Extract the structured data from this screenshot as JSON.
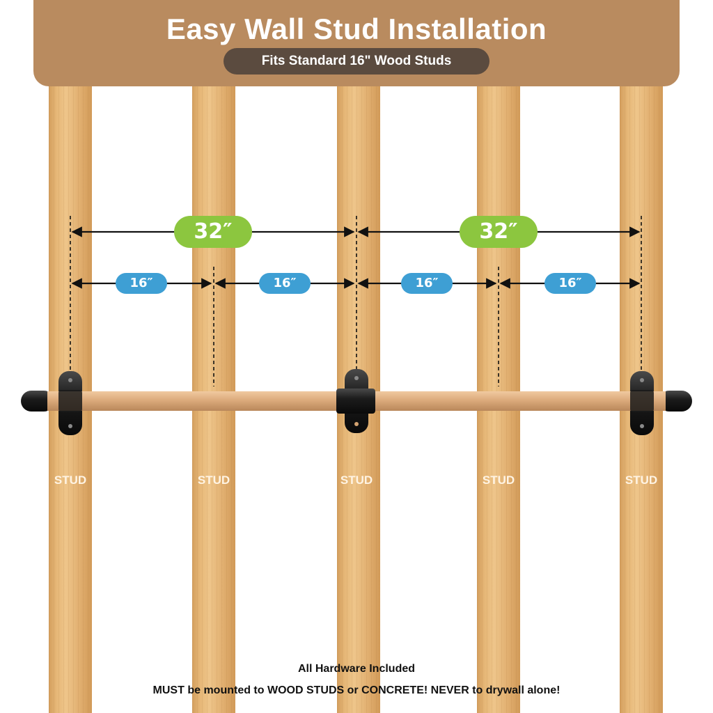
{
  "header": {
    "title": "Easy Wall Stud Installation",
    "subtitle": "Fits Standard 16\" Wood Studs"
  },
  "studs": {
    "label": "STUD"
  },
  "dimensions": {
    "wide_spacing": "32″",
    "narrow_spacing": "16″"
  },
  "footer": {
    "line1": "All Hardware Included",
    "line2": "MUST be mounted to WOOD STUDS or CONCRETE! NEVER to drywall alone!"
  },
  "colors": {
    "banner": "#b98b5f",
    "subtitle_bg": "#5b4b3f",
    "green_pill": "#8cc63f",
    "blue_pill": "#3e9fd4",
    "stud_wood": "#e6b777",
    "bar_wood": "#d9a978",
    "bracket": "#1a1a1a"
  }
}
